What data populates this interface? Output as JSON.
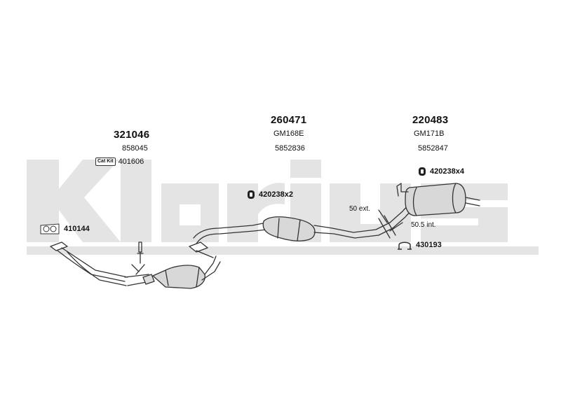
{
  "watermark": {
    "text": "Klarius"
  },
  "parts": {
    "front": {
      "number": "321046",
      "ref1": "858045",
      "catkit_label": "Cat Kit",
      "ref2": "401606"
    },
    "middle": {
      "number": "260471",
      "ref1": "GM168E",
      "ref2": "5852836"
    },
    "rear": {
      "number": "220483",
      "ref1": "GM171B",
      "ref2": "5852847"
    }
  },
  "callouts": {
    "gasket": "410144",
    "mount_middle": "420238x2",
    "mount_rear": "420238x4",
    "clamp": "430193"
  },
  "dimensions": {
    "ext": "50 ext.",
    "int": "50.5 int."
  },
  "icons": [
    "gasket-icon",
    "rubber-mount-icon",
    "clamp-icon"
  ],
  "colors": {
    "watermark": "#e3e3e3",
    "line": "#333333",
    "fill": "#d8d8d8"
  }
}
